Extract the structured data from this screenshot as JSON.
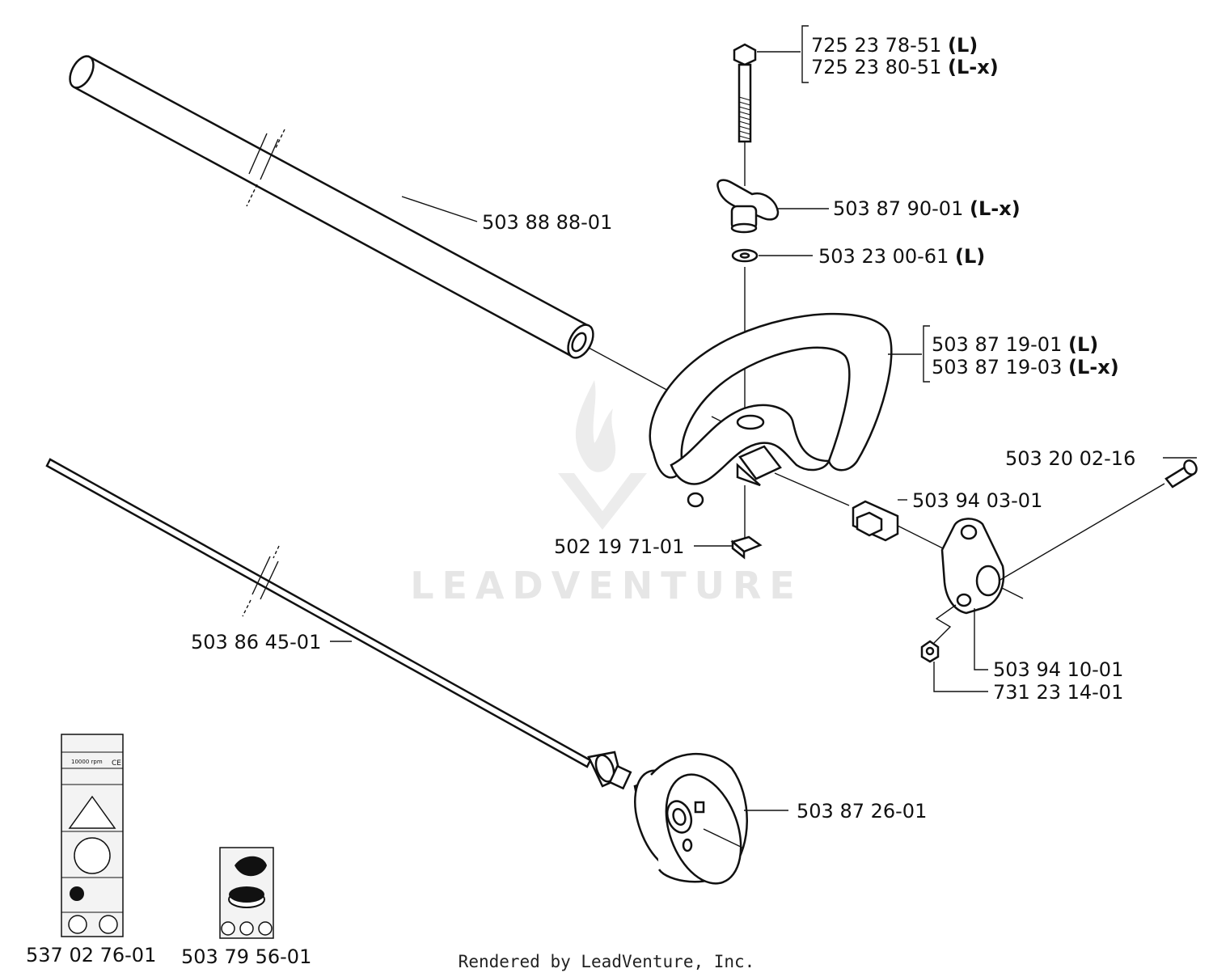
{
  "parts": [
    {
      "id": "bolt",
      "number": "725 23 78-51",
      "suffix": "(L)"
    },
    {
      "id": "bolt-alt",
      "number": "725 23 80-51",
      "suffix": "(L-x)"
    },
    {
      "id": "knob",
      "number": "503 87 90-01",
      "suffix": "(L-x)"
    },
    {
      "id": "washer",
      "number": "503 23 00-61",
      "suffix": "(L)"
    },
    {
      "id": "handle",
      "number": "503 87 19-01",
      "suffix": "(L)"
    },
    {
      "id": "handle-alt",
      "number": "503 87 19-03",
      "suffix": "(L-x)"
    },
    {
      "id": "tube",
      "number": "503 88 88-01",
      "suffix": ""
    },
    {
      "id": "screw",
      "number": "503 20 02-16",
      "suffix": ""
    },
    {
      "id": "clamp-block",
      "number": "503 94 03-01",
      "suffix": ""
    },
    {
      "id": "square-nut",
      "number": "502 19 71-01",
      "suffix": ""
    },
    {
      "id": "drive-shaft",
      "number": "503 86 45-01",
      "suffix": ""
    },
    {
      "id": "bracket",
      "number": "503 94 10-01",
      "suffix": ""
    },
    {
      "id": "nut",
      "number": "731 23 14-01",
      "suffix": ""
    },
    {
      "id": "clutch-drum",
      "number": "503 87 26-01",
      "suffix": ""
    },
    {
      "id": "decal-large",
      "number": "537 02 76-01",
      "suffix": ""
    },
    {
      "id": "decal-small",
      "number": "503 79 56-01",
      "suffix": ""
    }
  ],
  "decal_texts": {
    "rpm": "10000 rpm",
    "ce": "CE"
  },
  "footer": "Rendered by LeadVenture, Inc.",
  "watermark": "LEADVENTURE"
}
